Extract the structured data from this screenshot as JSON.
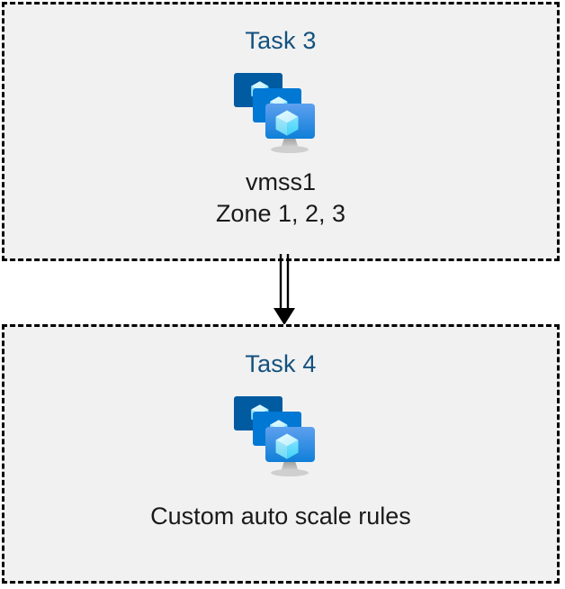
{
  "diagram": {
    "type": "flow",
    "background_color": "#ffffff",
    "box_fill_color": "#f1f1f1",
    "box_border_color": "#000000",
    "title_color": "#13517f",
    "caption_color": "#1a1a1a",
    "nodes": [
      {
        "id": "task-3",
        "title": "Task 3",
        "icon": "vm-scale-set-icon",
        "caption_lines": [
          "vmss1",
          "Zone 1, 2, 3"
        ]
      },
      {
        "id": "task-4",
        "title": "Task 4",
        "icon": "vm-scale-set-icon",
        "caption_lines": [
          "Custom auto scale rules"
        ]
      }
    ],
    "edges": [
      {
        "id": "task3-to-task4",
        "from": "task-3",
        "to": "task-4",
        "style": "double-line-arrow",
        "direction": "down",
        "color": "#000000"
      }
    ],
    "icon_palette": {
      "monitor_back": "#005ba1",
      "monitor_mid": "#0078d4",
      "monitor_front_top": "#5ea0ef",
      "monitor_front_bottom": "#0f7fd8",
      "cube_light": "#c3f1ff",
      "cube_mid": "#9cebff",
      "cube_dark": "#50e6ff",
      "stand": "#b3b3b3"
    }
  }
}
